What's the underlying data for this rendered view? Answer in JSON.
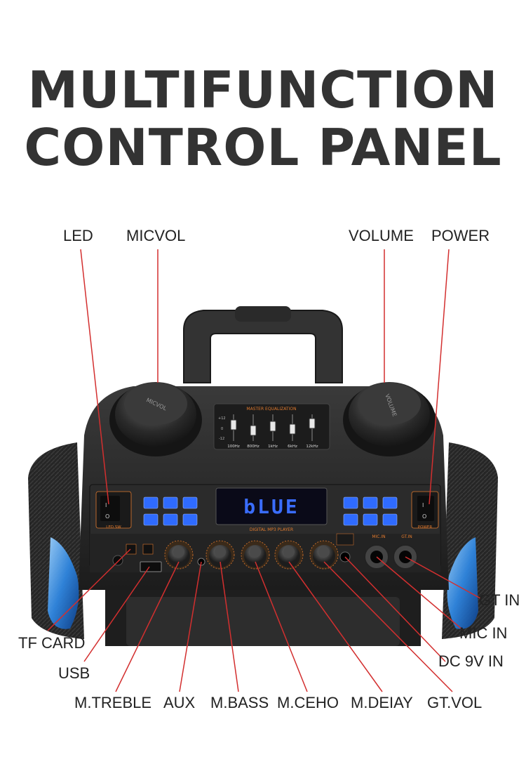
{
  "title": {
    "line1": "MULTIFUNCTION",
    "line2": "CONTROL PANEL"
  },
  "labels": {
    "led": "LED",
    "micvol": "MICVOL",
    "volume": "VOLUME",
    "power": "POWER",
    "gt_in": "GT IN",
    "mic_in": "MIC IN",
    "dc": "DC 9V IN",
    "tf_card": "TF CARD",
    "usb": "USB",
    "m_treble": "M.TREBLE",
    "aux": "AUX",
    "m_bass": "M.BASS",
    "m_ceho": "M.CEHO",
    "m_deiay": "M.DEIAY",
    "gt_vol": "GT.VOL"
  },
  "device": {
    "display_text": "bLUE",
    "display_caption": "DIGITAL MP3 PLAYER",
    "eq_caption": "MASTER EQUALIZATION",
    "eq_bands": [
      "100Hz",
      "800Hz",
      "1kHz",
      "6kHz",
      "12kHz"
    ],
    "eq_scale": [
      "+12",
      "0",
      "-12"
    ],
    "knob_left_text": "MICVOL",
    "knob_right_text": "VOLUME",
    "led_switch_label": "LED SW",
    "power_switch_label": "POWER",
    "mic_jack_label": "MIC.IN",
    "gt_jack_label": "GT.IN"
  },
  "colors": {
    "leader_line": "#d32f2f",
    "display_glow": "#2f6bff",
    "accent": "#e07a2e",
    "title": "#333333"
  }
}
